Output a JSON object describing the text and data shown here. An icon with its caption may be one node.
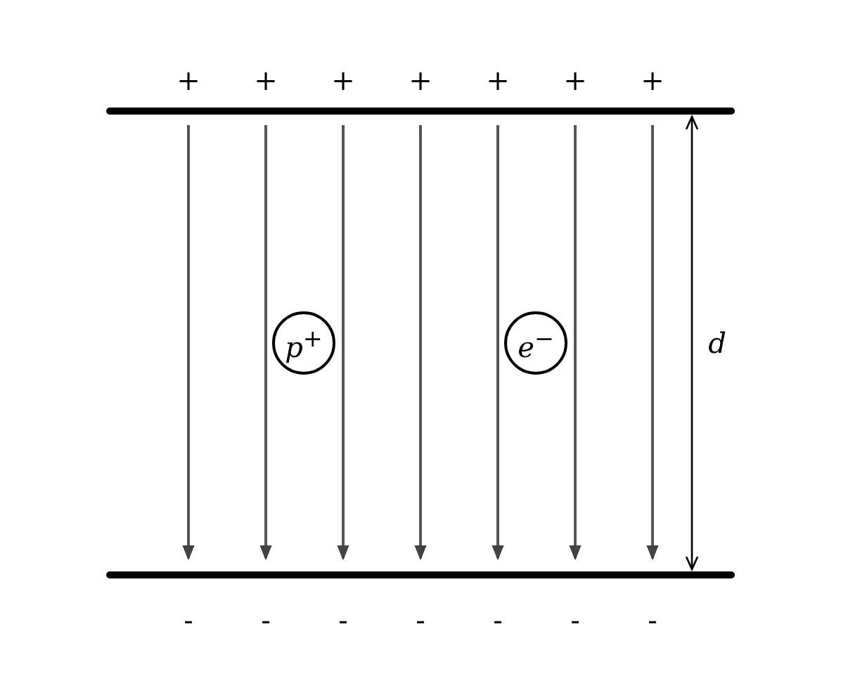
{
  "diagram": {
    "nodes": [
      {
        "text": [
          "*p*$^{+}$"
        ]
      },
      {
        "text": [
          "*e*$^{−}$"
        ]
      }
    ],
    "labels": [
      "+",
      "+",
      "+",
      "+",
      "+",
      "+",
      "+",
      "d",
      "-",
      "-",
      "-",
      "-",
      "-",
      "-",
      "-"
    ]
  }
}
